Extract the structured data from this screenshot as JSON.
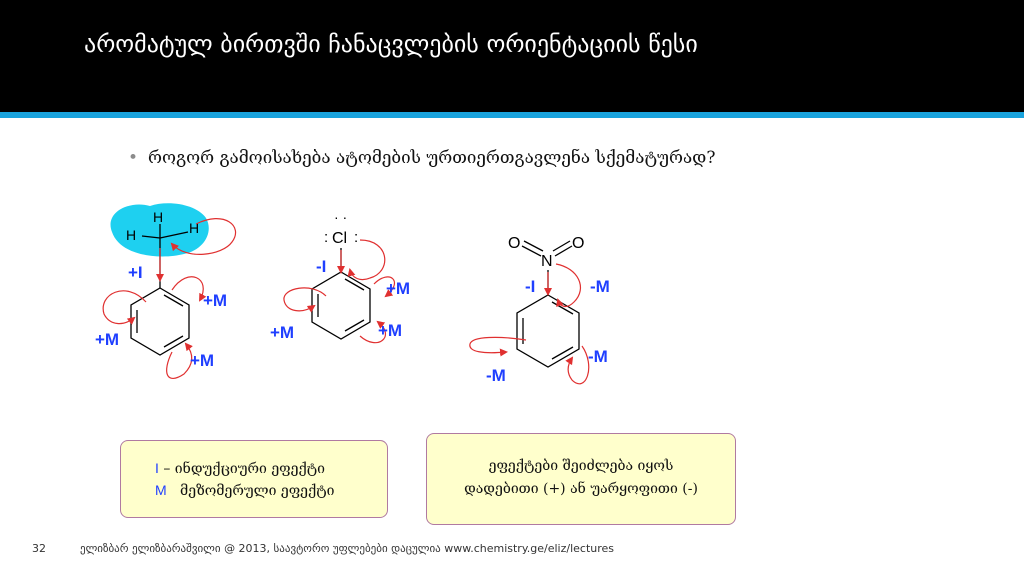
{
  "slide": {
    "title": "არომატულ ბირთვში ჩანაცვლების ორიენტაციის წესი",
    "bullet": "როგორ გამოისახება ატომების ურთიერთგავლენა სქემატურად?"
  },
  "molecules": {
    "toluene": {
      "atoms": [
        "H",
        "H",
        "H"
      ],
      "effects": [
        "+I",
        "+M",
        "+M",
        "+M"
      ]
    },
    "chlorobenzene": {
      "atom": "Cl",
      "lone_pair_left": ":",
      "lone_pair_right": ":",
      "lone_pair_top": "· ·",
      "effects": [
        "-I",
        "+M",
        "+M",
        "+M"
      ]
    },
    "nitrobenzene": {
      "atoms": [
        "O",
        "N",
        "O"
      ],
      "effects": [
        "-I",
        "-M",
        "-M",
        "-M"
      ]
    }
  },
  "legend": {
    "i_symbol": "I",
    "i_text": "– ინდუქციური ეფექტი",
    "m_symbol": "M",
    "m_text": "მეზომერული ეფექტი"
  },
  "note": {
    "line1": "ეფექტები შეიძლება იყოს",
    "line2": "დადებითი (+) ან უარყოფითი (-)"
  },
  "footer": {
    "page_number": "32",
    "text": "ელიზბარ ელიზბარაშვილი @  2013, საავტორო უფლებები დაცულია www.chemistry.ge/eliz/lectures"
  },
  "colors": {
    "title_bar": "#000000",
    "accent": "#1aa3dd",
    "effect_label": "#1f3fff",
    "arrow": "#e03030",
    "highlight": "#1ed0f0",
    "box_fill": "#ffffcc"
  }
}
